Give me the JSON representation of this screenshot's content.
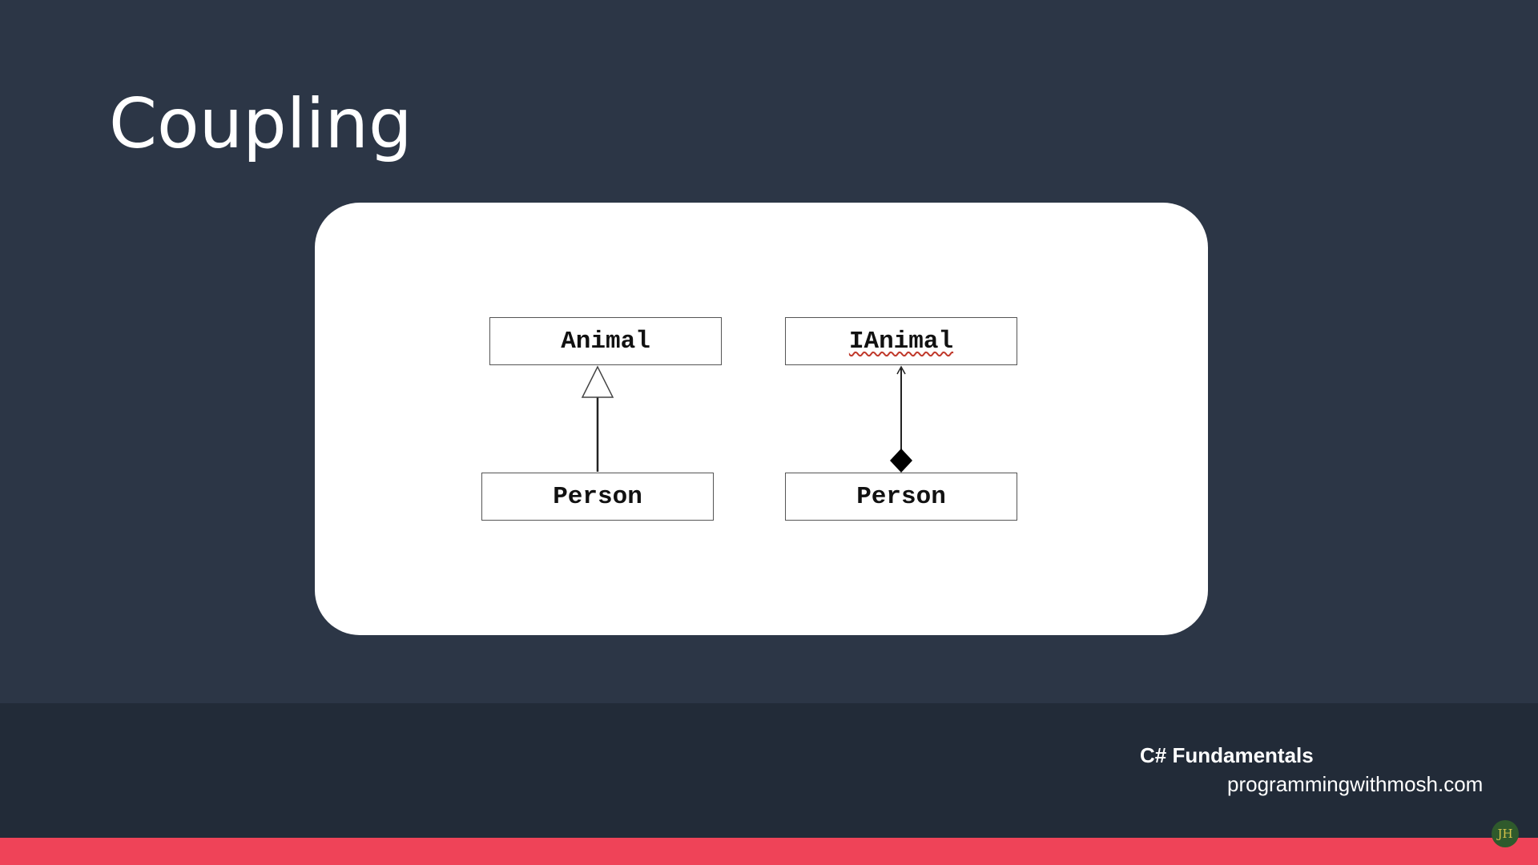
{
  "slide": {
    "title": "Coupling"
  },
  "diagram": {
    "left": {
      "parent_class": "Animal",
      "child_class": "Person",
      "relationship": "inheritance"
    },
    "right": {
      "parent_class": "IAnimal",
      "child_class": "Person",
      "relationship": "composition"
    }
  },
  "footer": {
    "course": "C# Fundamentals",
    "site": "programmingwithmosh.com",
    "watermark": "JH"
  },
  "colors": {
    "background": "#2c3646",
    "footer_band": "#222b38",
    "accent": "#ef4358",
    "panel": "#ffffff"
  }
}
